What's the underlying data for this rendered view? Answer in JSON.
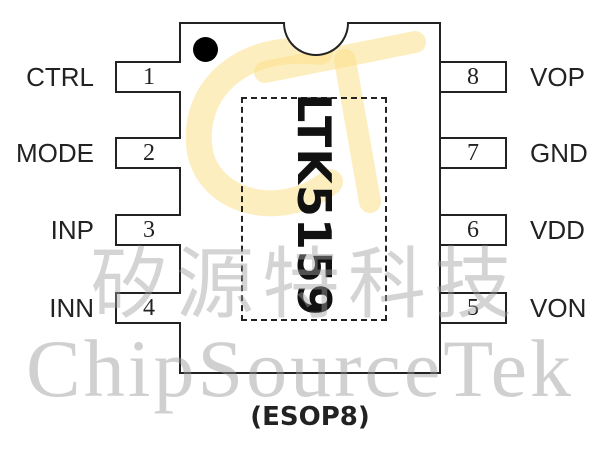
{
  "chip": {
    "part_number": "LTK5159",
    "package": "(ESOP8)"
  },
  "pins": [
    {
      "number": "1",
      "name": "CTRL"
    },
    {
      "number": "2",
      "name": "MODE"
    },
    {
      "number": "3",
      "name": "INP"
    },
    {
      "number": "4",
      "name": "INN"
    },
    {
      "number": "5",
      "name": "VON"
    },
    {
      "number": "6",
      "name": "VDD"
    },
    {
      "number": "7",
      "name": "GND"
    },
    {
      "number": "8",
      "name": "VOP"
    }
  ],
  "watermark": {
    "chinese": "矽源特科技",
    "english": "ChipSourceTek",
    "logo_color": "#fbe08a"
  }
}
